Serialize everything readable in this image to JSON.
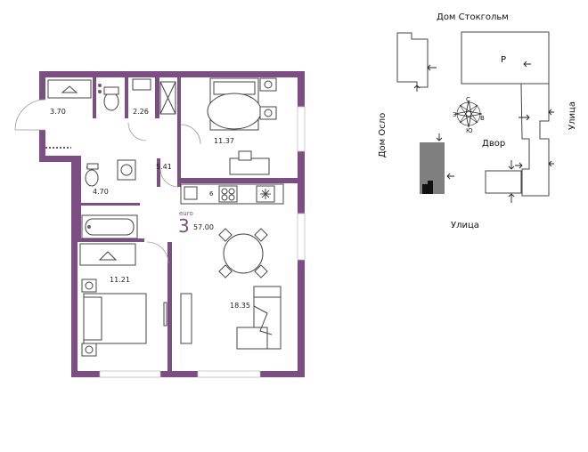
{
  "plan": {
    "euro_label": "euro",
    "rooms_count": "3",
    "total_area": "57.00",
    "rooms": [
      {
        "id": "hall-closet",
        "area": "3.70"
      },
      {
        "id": "wc",
        "area": "2.26"
      },
      {
        "id": "bedroom-1",
        "area": "11.37"
      },
      {
        "id": "corridor",
        "area": "5.41"
      },
      {
        "id": "bathroom",
        "area": "4.70"
      },
      {
        "id": "bedroom-2",
        "area": "11.21"
      },
      {
        "id": "kitchen-living",
        "area": "18.35"
      }
    ],
    "stove_number": "6"
  },
  "context": {
    "building_north": "Дом Стокгольм",
    "building_west": "Дом Осло",
    "street_east": "Улица",
    "street_south": "Улица",
    "yard": "Двор",
    "parking": "P"
  },
  "compass": {
    "north": "С",
    "south": "Ю",
    "west": "З",
    "east": "В"
  },
  "colors": {
    "wall": "#7d4e83",
    "building_highlight": "#7f7f7f",
    "section_marker": "#111111"
  }
}
